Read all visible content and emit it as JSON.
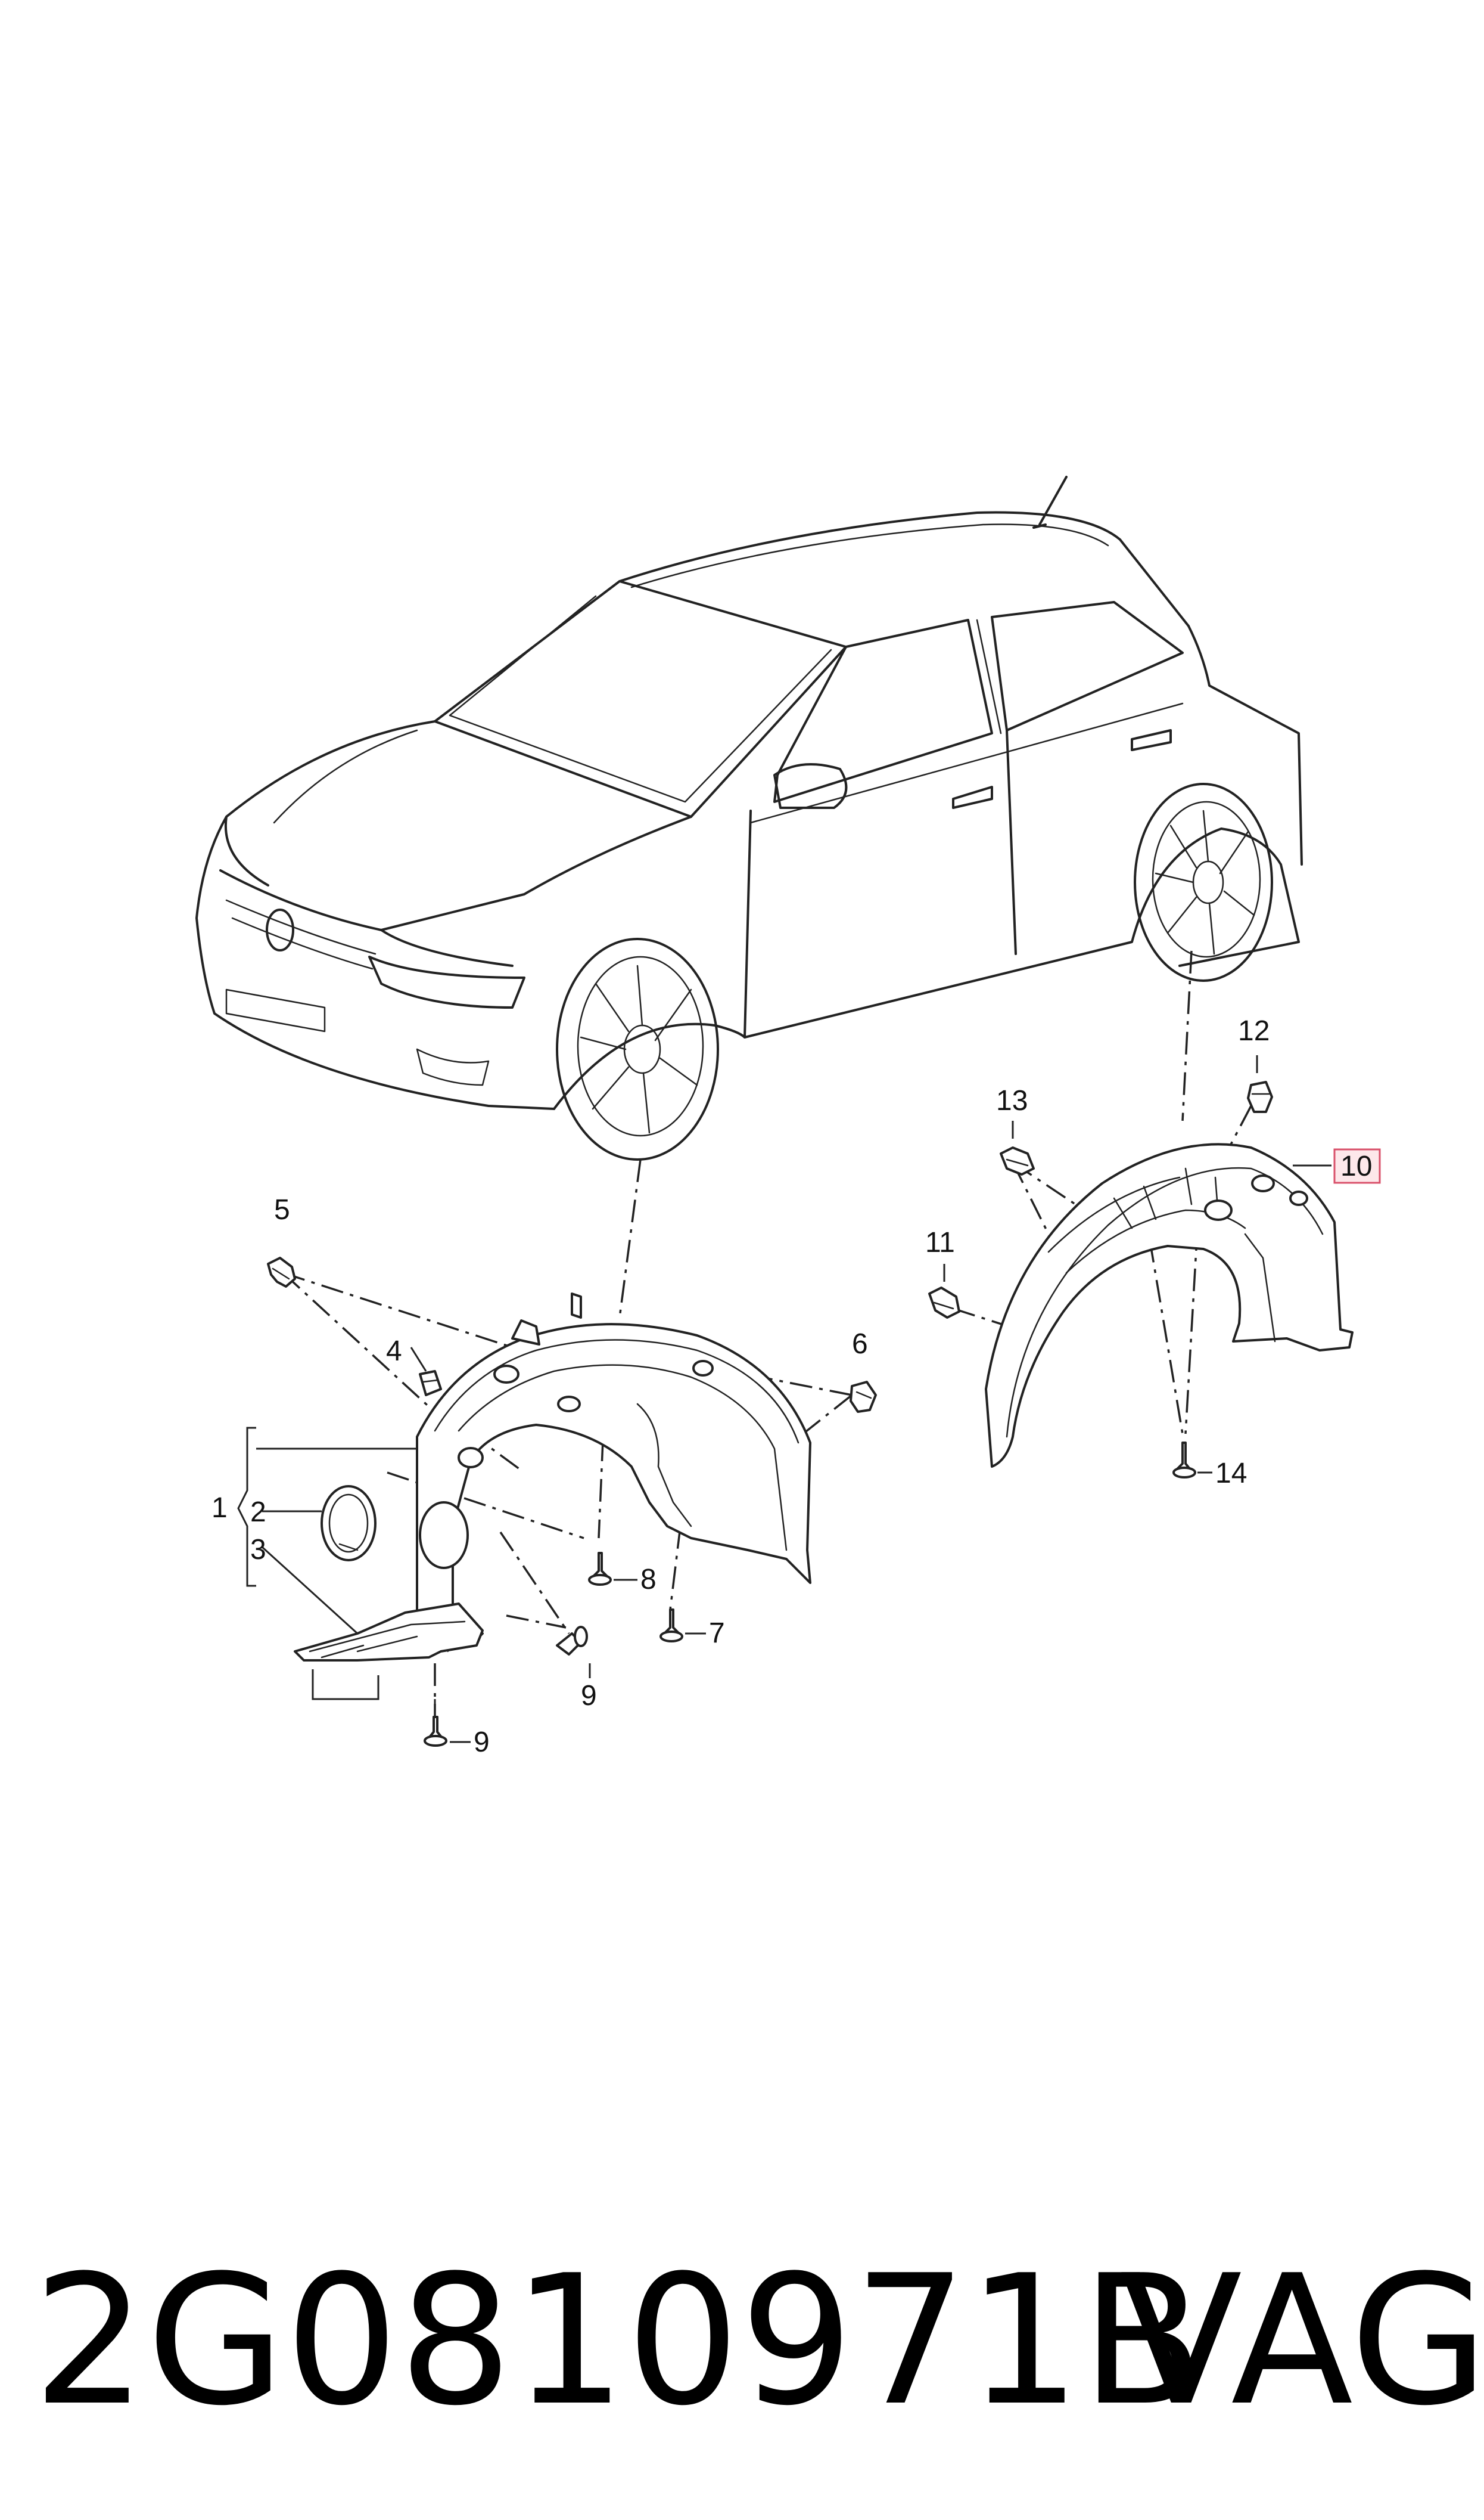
{
  "diagram": {
    "callouts": {
      "c1": "1",
      "c2": "2",
      "c3": "3",
      "c4": "4",
      "c5": "5",
      "c6": "6",
      "c7": "7",
      "c8": "8",
      "c9a": "9",
      "c9b": "9",
      "c10": "10",
      "c11": "11",
      "c12": "12",
      "c13": "13",
      "c14": "14"
    },
    "highlighted_callout": "10",
    "highlight_color": "#d9506a"
  },
  "footer": {
    "part_number": "2G0810971B",
    "brand": "VAG"
  }
}
